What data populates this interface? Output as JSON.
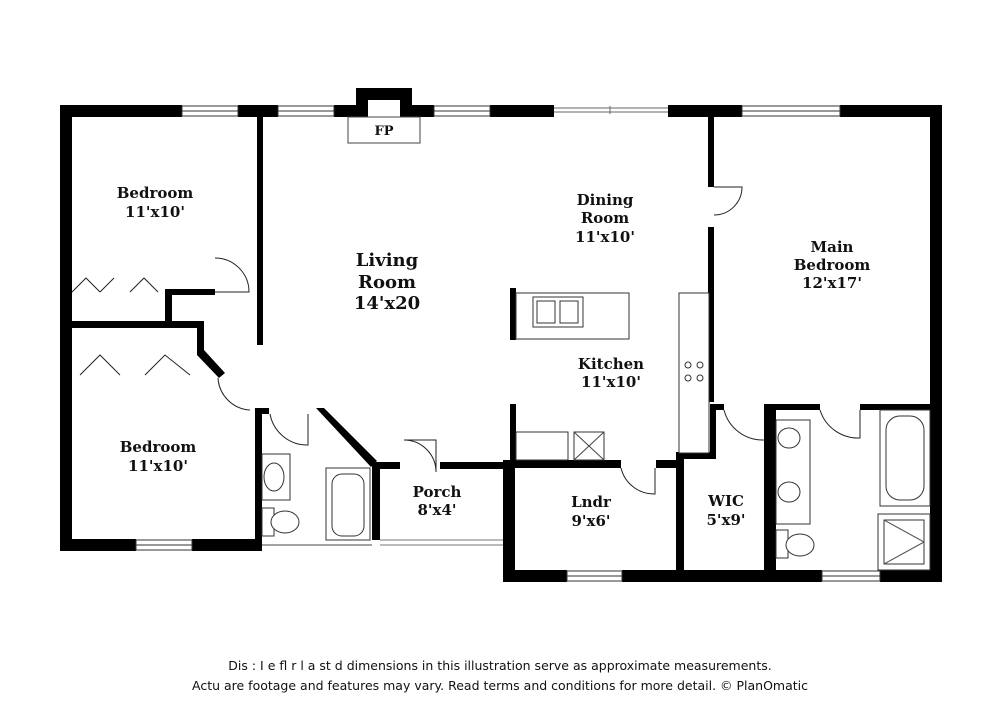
{
  "rooms": {
    "bedroom_top": {
      "name": "Bedroom",
      "size": "11'x10'"
    },
    "bedroom_bottom": {
      "name": "Bedroom",
      "size": "11'x10'"
    },
    "living_room": {
      "name_line1": "Living",
      "name_line2": "Room",
      "size": "14'x20"
    },
    "dining_room": {
      "name_line1": "Dining",
      "name_line2": "Room",
      "size": "11'x10'"
    },
    "kitchen": {
      "name": "Kitchen",
      "size": "11'x10'"
    },
    "main_bedroom": {
      "name_line1": "Main",
      "name_line2": "Bedroom",
      "size": "12'x17'"
    },
    "porch": {
      "name": "Porch",
      "size": "8'x4'"
    },
    "laundry": {
      "name": "Lndr",
      "size": "9'x6'"
    },
    "wic": {
      "name": "WIC",
      "size": "5'x9'"
    }
  },
  "fireplace": {
    "label": "FP"
  },
  "disclaimer": {
    "line1": "Dis     :  I e fl  r l  a   st   d dimensions in this illustration serve as approximate measurements.",
    "line2": "Actu    are footage and features may vary. Read terms and conditions for more detail. © PlanOmatic"
  },
  "colors": {
    "wall": "#000000",
    "background": "#ffffff",
    "fixture_line": "#333333"
  }
}
